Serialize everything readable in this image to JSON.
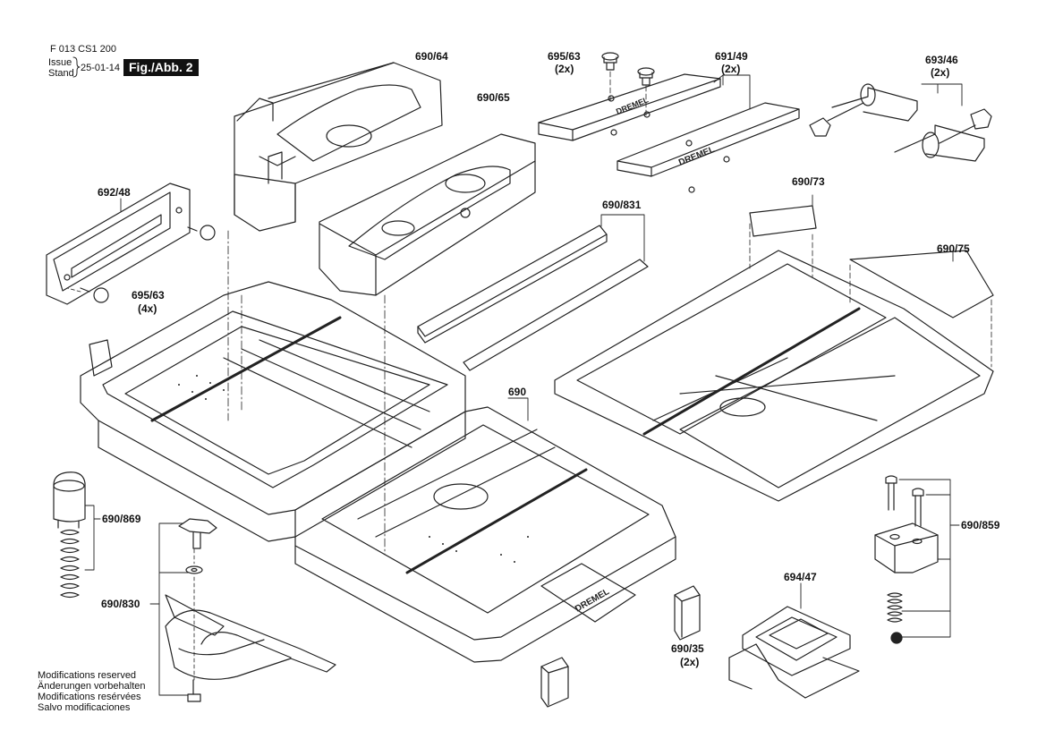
{
  "header": {
    "doc_number": "F 013 CS1 200",
    "issue_label": "Issue",
    "stand_label": "Stand",
    "date": "25-01-14",
    "figure_label": "Fig./Abb. 2"
  },
  "parts": [
    {
      "id": "p1",
      "number": "690/64"
    },
    {
      "id": "p2",
      "number": "690/65"
    },
    {
      "id": "p3",
      "number": "695/63",
      "qty": "(2x)"
    },
    {
      "id": "p4",
      "number": "691/49",
      "qty": "(2x)"
    },
    {
      "id": "p5",
      "number": "693/46",
      "qty": "(2x)"
    },
    {
      "id": "p6",
      "number": "692/48"
    },
    {
      "id": "p7",
      "number": "695/63",
      "qty": "(4x)"
    },
    {
      "id": "p8",
      "number": "690/831"
    },
    {
      "id": "p9",
      "number": "690/73"
    },
    {
      "id": "p10",
      "number": "690/75"
    },
    {
      "id": "p11",
      "number": "690"
    },
    {
      "id": "p12",
      "number": "690/869"
    },
    {
      "id": "p13",
      "number": "690/830"
    },
    {
      "id": "p14",
      "number": "690/859"
    },
    {
      "id": "p15",
      "number": "694/47"
    },
    {
      "id": "p16",
      "number": "690/35",
      "qty": "(2x)"
    }
  ],
  "brand": "DREMEL",
  "notes": [
    "Modifications reserved",
    "Änderungen vorbehalten",
    "Modifications resérvées",
    "Salvo modificaciones"
  ]
}
